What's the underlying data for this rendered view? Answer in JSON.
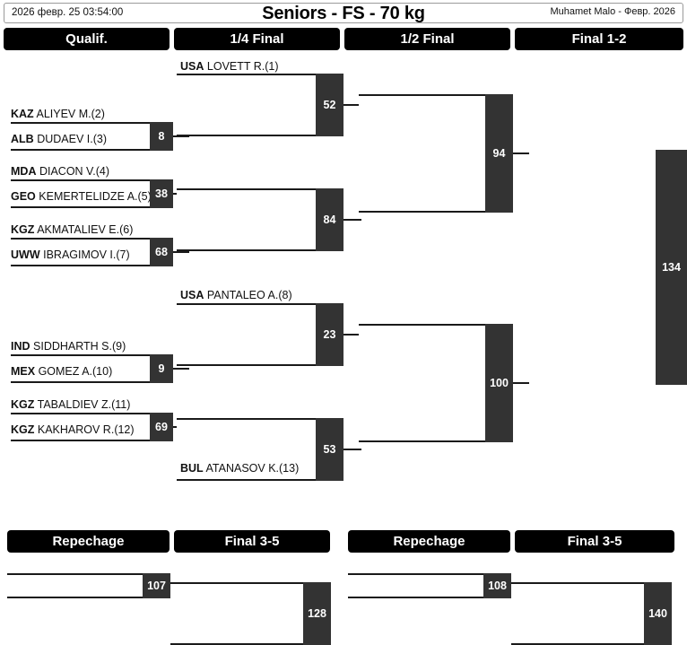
{
  "header": {
    "datetime": "2026 февр. 25 03:54:00",
    "title": "Seniors - FS - 70 kg",
    "official": "Muhamet Malo - Февр. 2026"
  },
  "rounds": [
    {
      "key": "qualif",
      "label": "Qualif."
    },
    {
      "key": "quarter",
      "label": "1/4 Final"
    },
    {
      "key": "semi",
      "label": "1/2 Final"
    },
    {
      "key": "final",
      "label": "Final 1-2"
    }
  ],
  "repechage_rounds": [
    {
      "key": "rep-left",
      "label": "Repechage"
    },
    {
      "key": "final35-left",
      "label": "Final 3-5"
    },
    {
      "key": "rep-right",
      "label": "Repechage"
    },
    {
      "key": "final35-right",
      "label": "Final 3-5"
    }
  ],
  "wrestlers": [
    {
      "id": 1,
      "country": "USA",
      "name": "LOVETT R.",
      "seed": "(1)"
    },
    {
      "id": 2,
      "country": "KAZ",
      "name": "ALIYEV M.",
      "seed": "(2)"
    },
    {
      "id": 3,
      "country": "ALB",
      "name": "DUDAEV I.",
      "seed": "(3)"
    },
    {
      "id": 4,
      "country": "MDA",
      "name": "DIACON V.",
      "seed": "(4)"
    },
    {
      "id": 5,
      "country": "GEO",
      "name": "KEMERTELIDZE A.",
      "seed": "(5)"
    },
    {
      "id": 6,
      "country": "KGZ",
      "name": "AKMATALIEV E.",
      "seed": "(6)"
    },
    {
      "id": 7,
      "country": "UWW",
      "name": "IBRAGIMOV I.",
      "seed": "(7)"
    },
    {
      "id": 8,
      "country": "USA",
      "name": "PANTALEO A.",
      "seed": "(8)"
    },
    {
      "id": 9,
      "country": "IND",
      "name": "SIDDHARTH S.",
      "seed": "(9)"
    },
    {
      "id": 10,
      "country": "MEX",
      "name": "GOMEZ A.",
      "seed": "(10)"
    },
    {
      "id": 11,
      "country": "KGZ",
      "name": "TABALDIEV Z.",
      "seed": "(11)"
    },
    {
      "id": 12,
      "country": "KGZ",
      "name": "KAKHAROV R.",
      "seed": "(12)"
    },
    {
      "id": 13,
      "country": "BUL",
      "name": "ATANASOV K.",
      "seed": "(13)"
    }
  ],
  "bouts": {
    "qualif": [
      {
        "number": "8",
        "top_wrestler": 2,
        "bottom_wrestler": 3
      },
      {
        "number": "38",
        "top_wrestler": 4,
        "bottom_wrestler": 5
      },
      {
        "number": "68",
        "top_wrestler": 6,
        "bottom_wrestler": 7
      },
      {
        "number": "9",
        "top_wrestler": 9,
        "bottom_wrestler": 10
      },
      {
        "number": "69",
        "top_wrestler": 11,
        "bottom_wrestler": 12
      }
    ],
    "quarter": [
      {
        "number": "52",
        "top_wrestler": 1,
        "bottom_wrestler": null
      },
      {
        "number": "84",
        "top_wrestler": null,
        "bottom_wrestler": null
      },
      {
        "number": "23",
        "top_wrestler": 8,
        "bottom_wrestler": null
      },
      {
        "number": "53",
        "top_wrestler": null,
        "bottom_wrestler": 13
      }
    ],
    "semi": [
      {
        "number": "94",
        "top_wrestler": null,
        "bottom_wrestler": null
      },
      {
        "number": "100",
        "top_wrestler": null,
        "bottom_wrestler": null
      }
    ],
    "final": [
      {
        "number": "134",
        "top_wrestler": null,
        "bottom_wrestler": null
      }
    ],
    "repechage_left": [
      {
        "number": "107"
      }
    ],
    "final35_left": [
      {
        "number": "128"
      }
    ],
    "repechage_right": [
      {
        "number": "108"
      }
    ],
    "final35_right": [
      {
        "number": "140"
      }
    ]
  },
  "colors": {
    "header_bg": "#000000",
    "header_text": "#ffffff",
    "score_chip_bg": "#333333",
    "score_chip_text": "#ffffff",
    "line": "#1a1a1a",
    "page_bg": "#ffffff"
  }
}
